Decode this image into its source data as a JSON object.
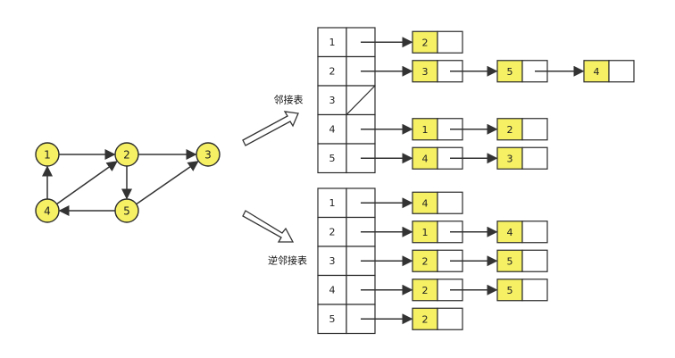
{
  "graph": {
    "nodes": [
      {
        "id": "1",
        "label": "1"
      },
      {
        "id": "2",
        "label": "2"
      },
      {
        "id": "3",
        "label": "3"
      },
      {
        "id": "4",
        "label": "4"
      },
      {
        "id": "5",
        "label": "5"
      }
    ],
    "edges": [
      {
        "from": "1",
        "to": "2"
      },
      {
        "from": "2",
        "to": "3"
      },
      {
        "from": "2",
        "to": "5"
      },
      {
        "from": "5",
        "to": "3"
      },
      {
        "from": "5",
        "to": "4"
      },
      {
        "from": "4",
        "to": "1"
      },
      {
        "from": "4",
        "to": "2"
      }
    ]
  },
  "adjacency": {
    "label": "邻接表",
    "rows": [
      {
        "vertex": "1",
        "list": [
          "2"
        ]
      },
      {
        "vertex": "2",
        "list": [
          "3",
          "5",
          "4"
        ]
      },
      {
        "vertex": "3",
        "list": []
      },
      {
        "vertex": "4",
        "list": [
          "1",
          "2"
        ]
      },
      {
        "vertex": "5",
        "list": [
          "4",
          "3"
        ]
      }
    ]
  },
  "inverse": {
    "label": "逆邻接表",
    "rows": [
      {
        "vertex": "1",
        "list": [
          "4"
        ]
      },
      {
        "vertex": "2",
        "list": [
          "1",
          "4"
        ]
      },
      {
        "vertex": "3",
        "list": [
          "2",
          "5"
        ]
      },
      {
        "vertex": "4",
        "list": [
          "2",
          "5"
        ]
      },
      {
        "vertex": "5",
        "list": [
          "2"
        ]
      }
    ]
  },
  "colors": {
    "node_fill": "#f5f064",
    "stroke": "#2b2b2b"
  }
}
